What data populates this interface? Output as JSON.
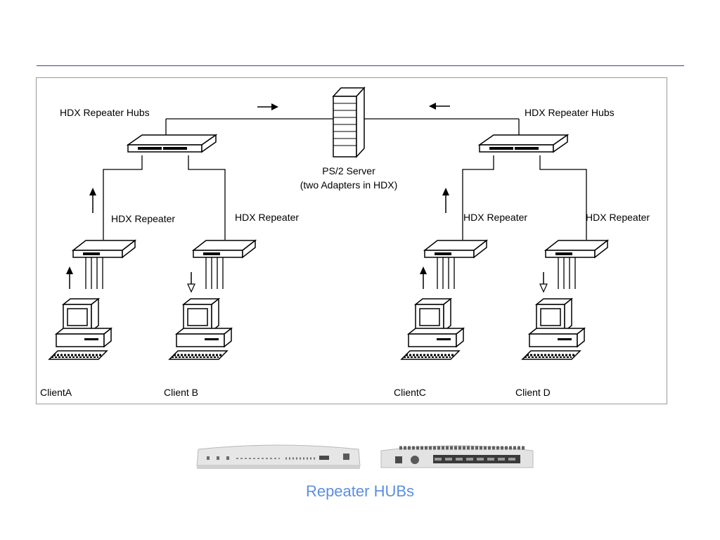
{
  "diagram": {
    "server_label_line1": "PS/2 Server",
    "server_label_line2": "(two Adapters in HDX)",
    "hubs": [
      {
        "label": "HDX Repeater Hubs"
      },
      {
        "label": "HDX Repeater Hubs"
      }
    ],
    "repeaters": [
      {
        "label": "HDX Repeater"
      },
      {
        "label": "HDX Repeater"
      },
      {
        "label": "HDX Repeater"
      },
      {
        "label": "HDX Repeater"
      }
    ],
    "clients": [
      {
        "label": "ClientA"
      },
      {
        "label": "Client B"
      },
      {
        "label": "ClientC"
      },
      {
        "label": "Client D"
      }
    ]
  },
  "caption": "Repeater HUBs"
}
